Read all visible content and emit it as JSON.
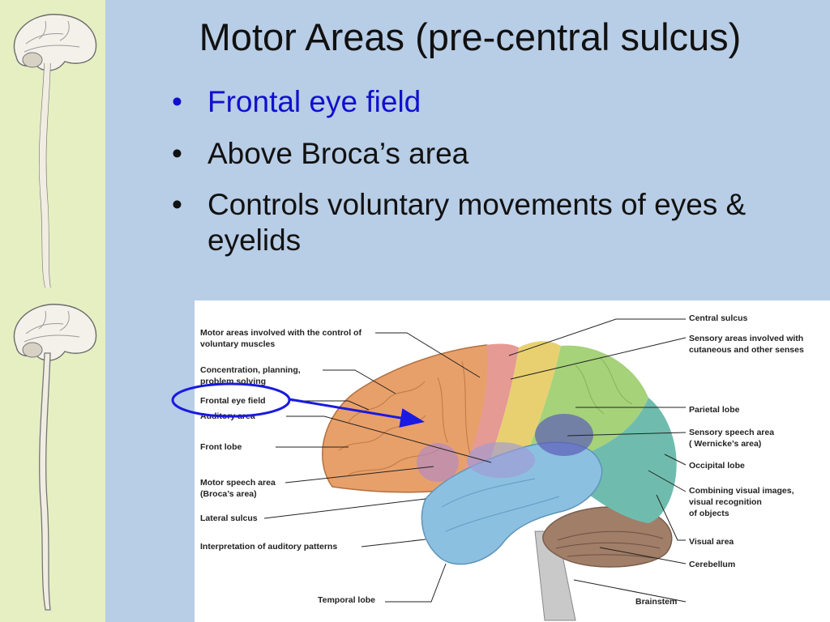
{
  "slide": {
    "title": "Motor Areas (pre-central sulcus)",
    "bullet_glyph": "•",
    "bullets": [
      "Frontal eye field",
      "Above Broca’s area",
      "Controls voluntary movements of eyes & eyelids"
    ],
    "highlight_color": "#1010cc"
  },
  "figure": {
    "left_labels": [
      "Motor areas involved with the control of voluntary muscles",
      "Concentration, planning, problem solving",
      "Frontal eye field",
      "Auditory area",
      "Front lobe",
      "Motor speech area (Broca’s area)",
      "Lateral sulcus",
      "Interpretation of auditory patterns",
      "Temporal lobe"
    ],
    "right_labels": [
      "Central sulcus",
      "Sensory areas involved with cutaneous and other senses",
      "Parietal lobe",
      "Sensory speech area ( Wernicke’s area)",
      "Occipital lobe",
      "Combining visual images, visual recognition of objects",
      "Visual area",
      "Cerebellum",
      "Brainstem"
    ]
  },
  "colors": {
    "background": "#b8cde6",
    "sidebar": "#e6efc2",
    "frontal_lobe": "#e8a06a",
    "motor_strip": "#e69a94",
    "sensory_strip": "#e8d070",
    "parietal_lobe": "#a6d27a",
    "occipital_lobe": "#6fbcae",
    "temporal_lobe": "#8cc0e0",
    "cerebellum": "#a07e68",
    "annotation": "#1a1ae0"
  }
}
